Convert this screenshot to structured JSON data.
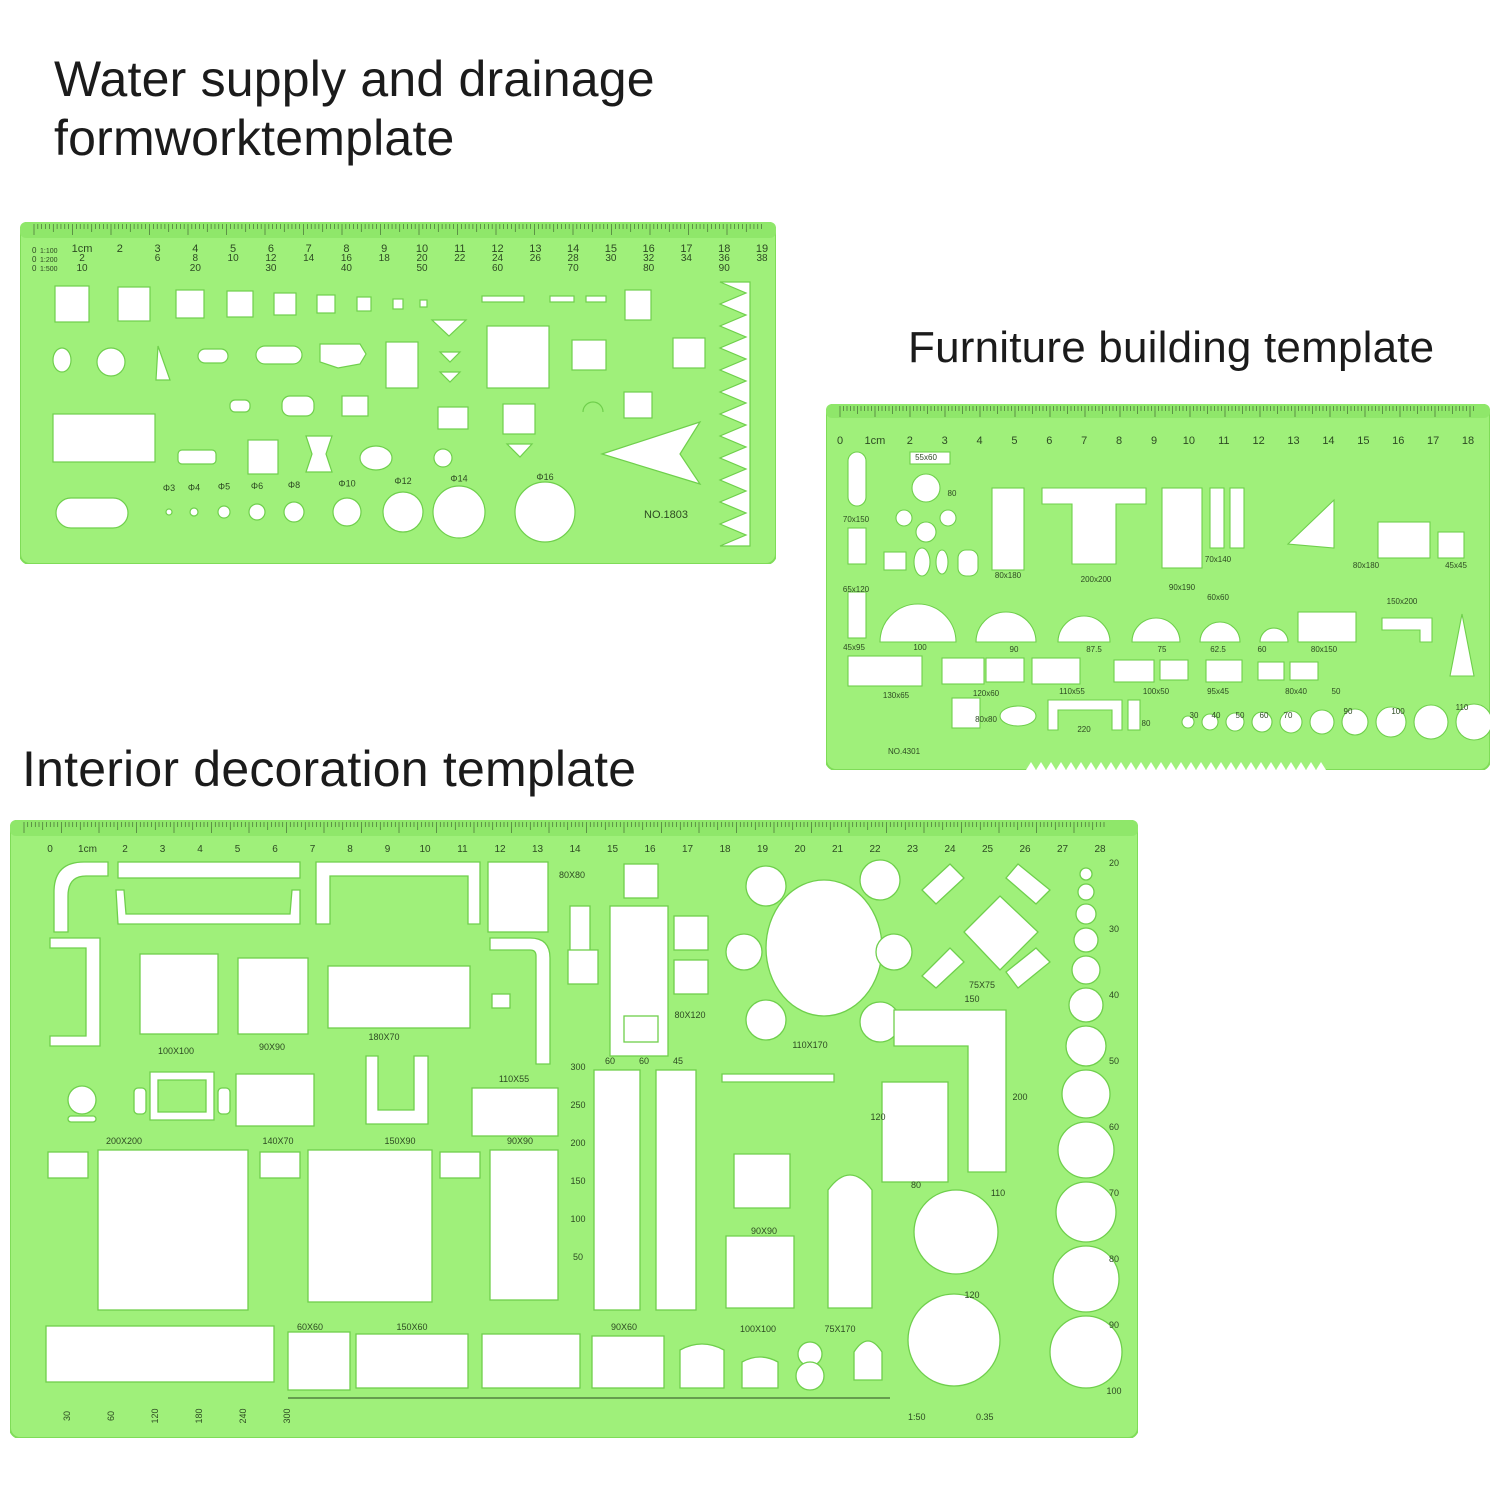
{
  "captions": {
    "water": "Water supply and drainage formworktemplate",
    "furniture": "Furniture building template",
    "interior": "Interior decoration template"
  },
  "colors": {
    "plastic": "#9ff07a",
    "plastic_edge": "#7fdc58",
    "cutout": "#ffffff",
    "print": "#2d4a22"
  },
  "water_template": {
    "model": "NO.1803",
    "scales": [
      "1:100",
      "1:200",
      "1:500"
    ],
    "top_units": [
      "1cm",
      "2",
      "3",
      "4",
      "5",
      "6",
      "7",
      "8",
      "9",
      "10",
      "11",
      "12",
      "13",
      "14",
      "15",
      "16",
      "17",
      "18",
      "19"
    ],
    "row2": [
      "2",
      "",
      "6",
      "8",
      "10",
      "12",
      "14",
      "16",
      "18",
      "20",
      "22",
      "24",
      "26",
      "28",
      "30",
      "32",
      "34",
      "36",
      "38"
    ],
    "row3": [
      "10",
      "",
      "",
      "20",
      "",
      "30",
      "",
      "40",
      "",
      "50",
      "",
      "60",
      "",
      "70",
      "",
      "80",
      "",
      "90",
      ""
    ],
    "circle_labels": [
      "Φ3",
      "Φ4",
      "Φ5",
      "Φ6",
      "Φ8",
      "Φ10",
      "Φ12",
      "Φ14",
      "Φ16"
    ]
  },
  "furniture_template": {
    "model": "NO.4301",
    "ruler": [
      "0",
      "1cm",
      "2",
      "3",
      "4",
      "5",
      "6",
      "7",
      "8",
      "9",
      "10",
      "11",
      "12",
      "13",
      "14",
      "15",
      "16",
      "17",
      "18"
    ],
    "labels": [
      "55x60",
      "80",
      "70x150",
      "65x120",
      "80x180",
      "200x200",
      "90x190",
      "70x140",
      "60x60",
      "80x180",
      "150x200",
      "45x45",
      "45x95",
      "100",
      "90",
      "87.5",
      "75",
      "62.5",
      "60",
      "80x150",
      "130x65",
      "120x60",
      "110x55",
      "100x50",
      "95x45",
      "80x40",
      "50",
      "80x80",
      "220",
      "80",
      "30",
      "40",
      "50",
      "60",
      "70",
      "90",
      "100",
      "110"
    ]
  },
  "interior_template": {
    "ruler": [
      "0",
      "1cm",
      "2",
      "3",
      "4",
      "5",
      "6",
      "7",
      "8",
      "9",
      "10",
      "11",
      "12",
      "13",
      "14",
      "15",
      "16",
      "17",
      "18",
      "19",
      "20",
      "21",
      "22",
      "23",
      "24",
      "25",
      "26",
      "27",
      "28"
    ],
    "right_scale": [
      "20",
      "30",
      "40",
      "50",
      "60",
      "70",
      "80",
      "90",
      "100"
    ],
    "left_scale": [
      "30",
      "60",
      "120",
      "180",
      "240",
      "300"
    ],
    "bed_scale": [
      "300",
      "250",
      "200",
      "150",
      "100",
      "50"
    ],
    "bed_widths": [
      "60",
      "60",
      "45"
    ],
    "labels": [
      "100X100",
      "90X90",
      "180X70",
      "110X55",
      "80X120",
      "110X170",
      "75X75",
      "150",
      "200X200",
      "140X70",
      "150X90",
      "90X90",
      "120",
      "200",
      "80",
      "110",
      "90X90",
      "120",
      "60X60",
      "150X60",
      "90X60",
      "100X100",
      "75X170",
      "80X80"
    ],
    "footer_scale": "1:50",
    "footer_pen": "0.35"
  }
}
